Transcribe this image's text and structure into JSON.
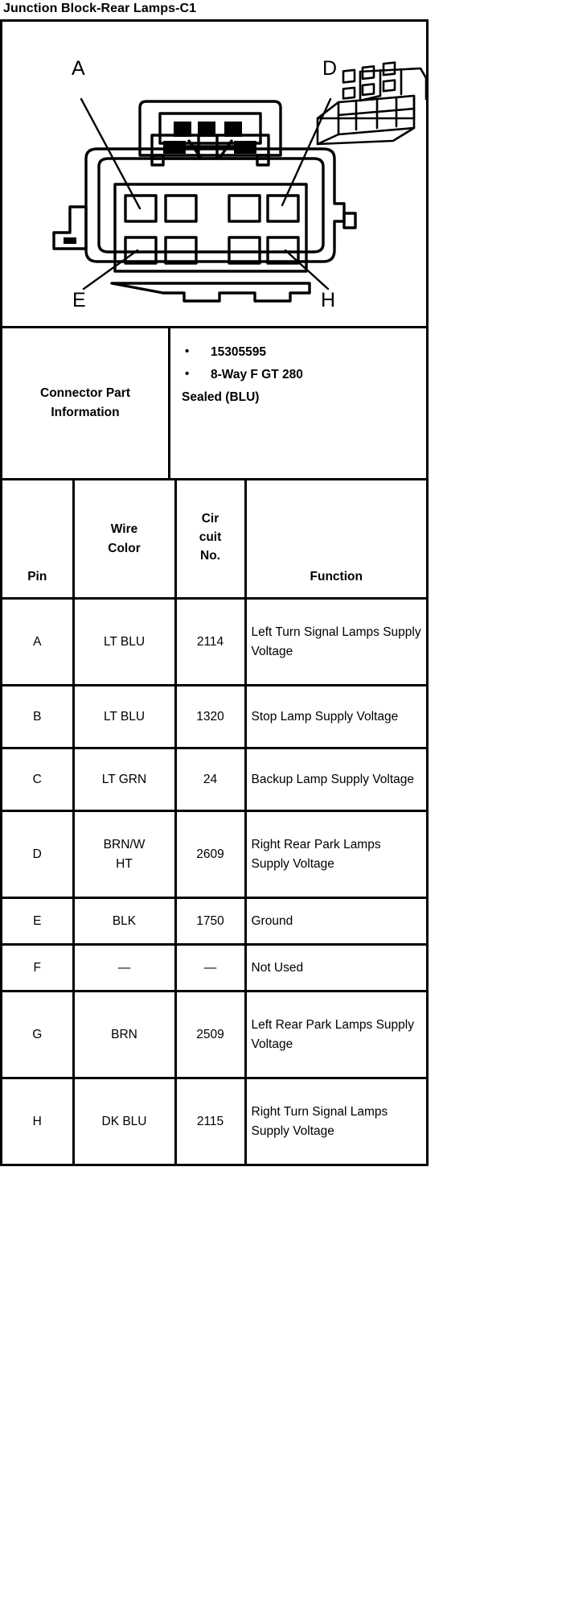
{
  "title": "Junction Block-Rear Lamps-C1",
  "diagram": {
    "callouts": [
      {
        "label": "A",
        "position": "top-left"
      },
      {
        "label": "D",
        "position": "top-right"
      },
      {
        "label": "E",
        "position": "bottom-left"
      },
      {
        "label": "H",
        "position": "bottom-right"
      }
    ],
    "face_view_name": "connector-face-view",
    "iso_view_name": "connector-isometric-view",
    "cavity_count": 8
  },
  "part_info": {
    "label": "Connector Part Information",
    "bullets": [
      "15305595",
      "8-Way F GT 280"
    ],
    "tail": "Sealed (BLU)"
  },
  "pin_table": {
    "headers": {
      "pin": "Pin",
      "wire_color_line1": "Wire",
      "wire_color_line2": "Color",
      "circuit_line1": "Cir",
      "circuit_line2": "cuit",
      "circuit_line3": "No.",
      "function": "Function"
    },
    "rows": [
      {
        "pin": "A",
        "wire": "LT BLU",
        "circuit": "2114",
        "function": "Left Turn Signal Lamps Supply Voltage",
        "size": "tall"
      },
      {
        "pin": "B",
        "wire": "LT BLU",
        "circuit": "1320",
        "function": "Stop Lamp Supply Voltage",
        "size": "mid"
      },
      {
        "pin": "C",
        "wire": "LT GRN",
        "circuit": "24",
        "function": "Backup Lamp Supply Voltage",
        "size": "mid"
      },
      {
        "pin": "D",
        "wire": "BRN/W HT",
        "circuit": "2609",
        "function": "Right Rear Park Lamps Supply Voltage",
        "size": "tall"
      },
      {
        "pin": "E",
        "wire": "BLK",
        "circuit": "1750",
        "function": "Ground",
        "size": "short"
      },
      {
        "pin": "F",
        "wire": "—",
        "circuit": "—",
        "function": "Not Used",
        "size": "short"
      },
      {
        "pin": "G",
        "wire": "BRN",
        "circuit": "2509",
        "function": "Left Rear Park Lamps Supply Voltage",
        "size": "tall"
      },
      {
        "pin": "H",
        "wire": "DK BLU",
        "circuit": "2115",
        "function": "Right Turn Signal Lamps Supply Voltage",
        "size": "tall"
      }
    ]
  },
  "colors": {
    "ink": "#000000",
    "paper": "#ffffff"
  }
}
